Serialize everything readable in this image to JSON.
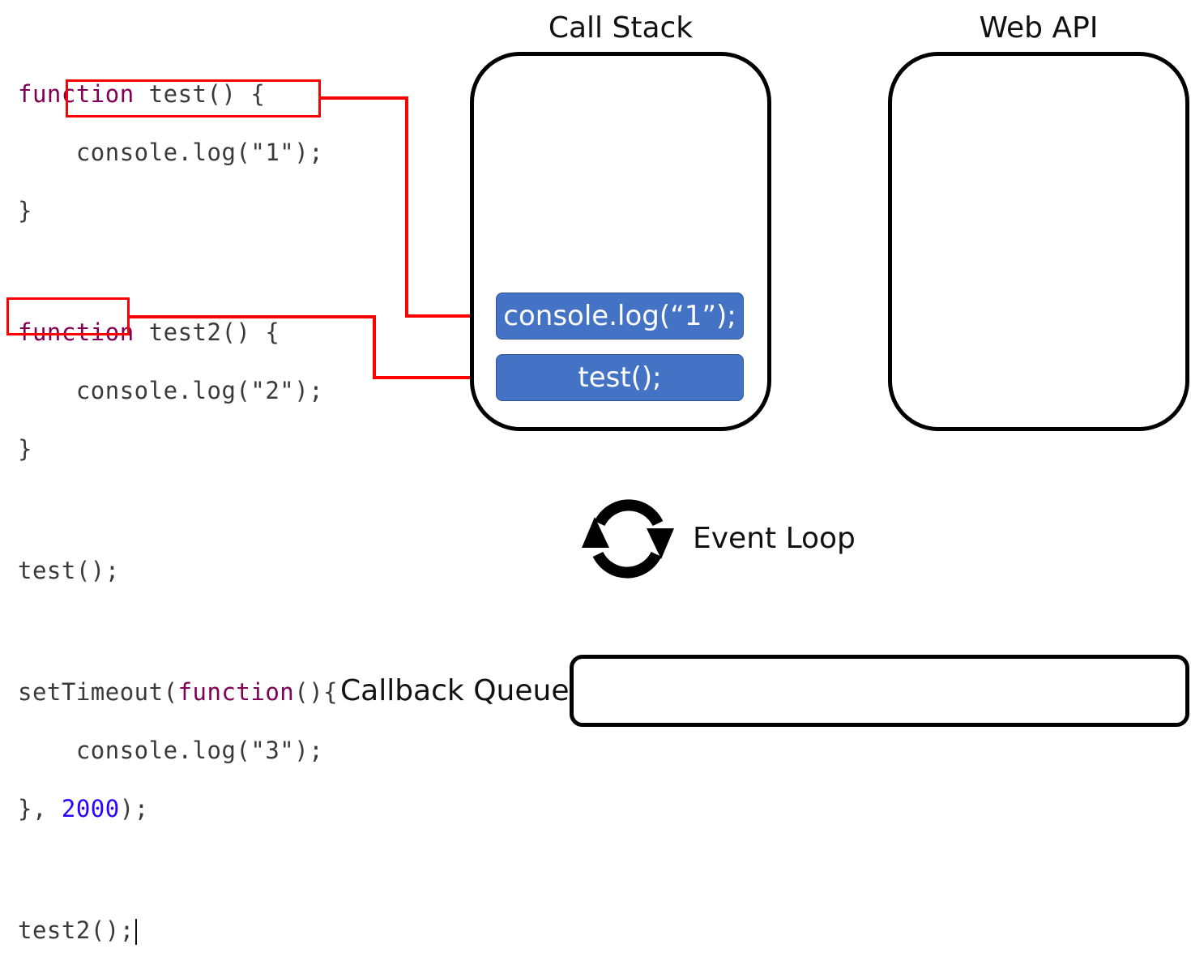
{
  "code": {
    "lines": [
      {
        "kw": "function",
        "text": " test() {"
      },
      {
        "indent": "    ",
        "text": "console.log(\"1\");"
      },
      {
        "text": "}"
      },
      {
        "text": ""
      },
      {
        "kw": "function",
        "text": " test2() {"
      },
      {
        "indent": "    ",
        "text": "console.log(\"2\");"
      },
      {
        "text": "}"
      },
      {
        "text": ""
      },
      {
        "text": "test();"
      },
      {
        "text": ""
      },
      {
        "text": "setTimeout(",
        "kw2": "function",
        "text2": "(){"
      },
      {
        "indent": "    ",
        "text": "console.log(\"3\");"
      },
      {
        "text": "}, ",
        "num": "2000",
        "text2": ");"
      },
      {
        "text": ""
      },
      {
        "text": "test2();"
      }
    ]
  },
  "panels": {
    "call_stack_title": "Call Stack",
    "web_api_title": "Web API"
  },
  "call_stack": {
    "frames": [
      "console.log(“1”);",
      "test();"
    ]
  },
  "event_loop": {
    "label": "Event Loop"
  },
  "callback_queue": {
    "label": "Callback Queue"
  },
  "colors": {
    "frame_fill": "#4472c4",
    "arrow": "#ff0000",
    "keyword": "#7f0055",
    "string": "#2a00ff"
  }
}
